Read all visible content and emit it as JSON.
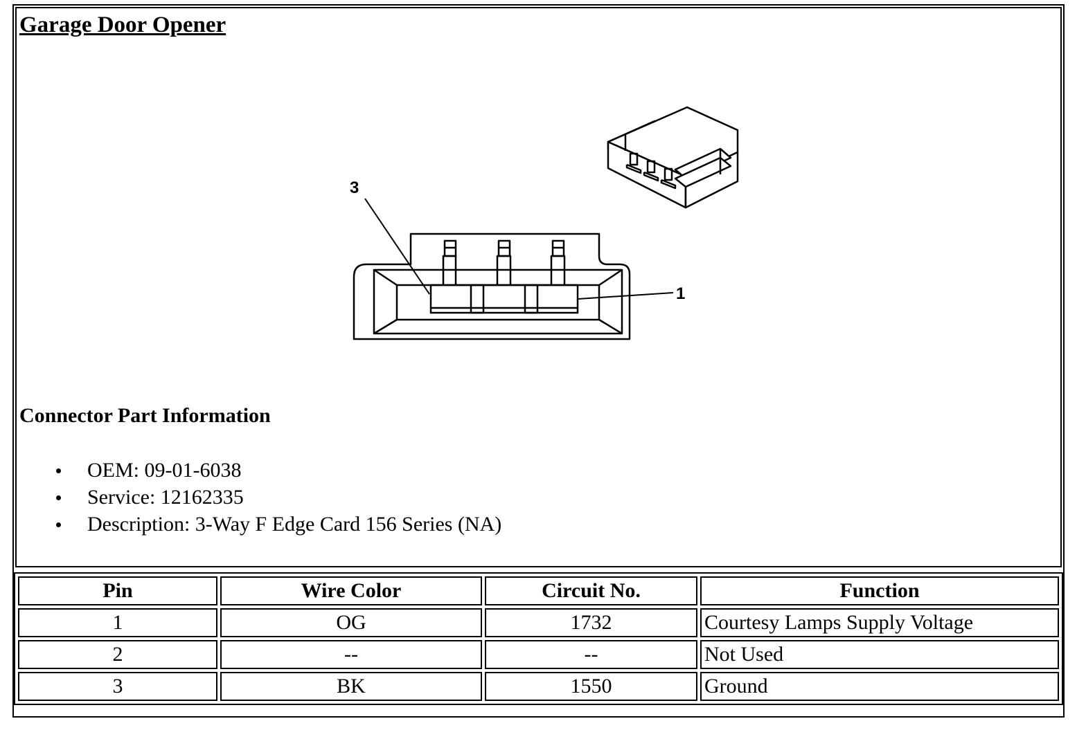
{
  "title": "Garage Door Opener",
  "diagram": {
    "callouts": [
      "3",
      "1"
    ]
  },
  "connector_info": {
    "heading": "Connector Part Information",
    "items": [
      "OEM: 09-01-6038",
      "Service: 12162335",
      "Description: 3-Way F Edge Card 156 Series (NA)"
    ]
  },
  "pin_table": {
    "headers": [
      "Pin",
      "Wire Color",
      "Circuit No.",
      "Function"
    ],
    "rows": [
      [
        "1",
        "OG",
        "1732",
        "Courtesy Lamps Supply Voltage"
      ],
      [
        "2",
        "--",
        "--",
        "Not Used"
      ],
      [
        "3",
        "BK",
        "1550",
        "Ground"
      ]
    ]
  }
}
